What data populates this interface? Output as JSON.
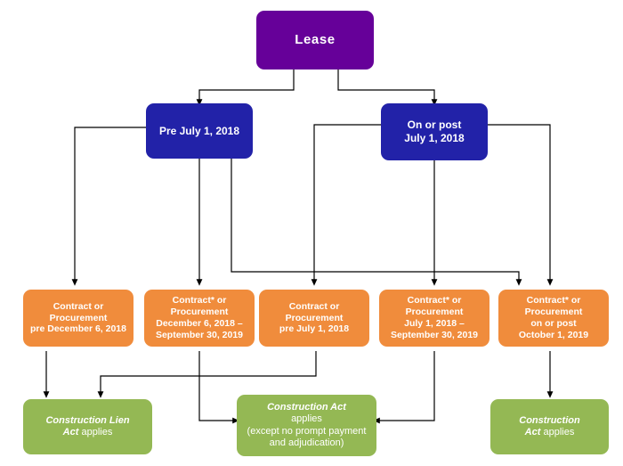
{
  "diagram": {
    "title": "Lease transition flowchart",
    "colors": {
      "root": "#660099",
      "level2": "#2222A8",
      "level3": "#F08C3C",
      "outcome": "#94B854",
      "connector": "#000000",
      "text": "#FFFFFF"
    },
    "root": {
      "label": "Lease"
    },
    "level2": [
      {
        "id": "pre-july",
        "lines": [
          "Pre July 1, 2018"
        ]
      },
      {
        "id": "post-july",
        "lines": [
          "On or post",
          "July 1, 2018"
        ]
      }
    ],
    "level3": [
      {
        "id": "contract-pre-dec-2018",
        "lines": [
          "Contract or",
          "Procurement",
          "pre December 6, 2018"
        ]
      },
      {
        "id": "contract-dec-2018-sep-2019",
        "lines": [
          "Contract* or",
          "Procurement",
          "December 6, 2018 –",
          "September 30, 2019"
        ]
      },
      {
        "id": "contract-pre-july-2018",
        "lines": [
          "Contract or",
          "Procurement",
          "pre July 1, 2018"
        ]
      },
      {
        "id": "contract-july-2018-sep-2019",
        "lines": [
          "Contract* or",
          "Procurement",
          "July 1, 2018 –",
          "September 30, 2019"
        ]
      },
      {
        "id": "contract-post-oct-2019",
        "lines": [
          "Contract* or",
          "Procurement",
          "on or post",
          "October 1, 2019"
        ]
      }
    ],
    "outcomes": [
      {
        "id": "construction-lien-act",
        "lines": [
          {
            "italic": "Construction Lien",
            "regular": ""
          },
          {
            "italic": "Act",
            "regular": " applies"
          }
        ]
      },
      {
        "id": "construction-act-except",
        "lines": [
          {
            "italic": "Construction Act",
            "regular": ""
          },
          {
            "italic": "",
            "regular": "applies"
          },
          {
            "italic": "",
            "regular": "(except no prompt payment"
          },
          {
            "italic": "",
            "regular": "and adjudication)"
          }
        ]
      },
      {
        "id": "construction-act",
        "lines": [
          {
            "italic": "Construction",
            "regular": ""
          },
          {
            "italic": "Act",
            "regular": " applies"
          }
        ]
      }
    ]
  }
}
